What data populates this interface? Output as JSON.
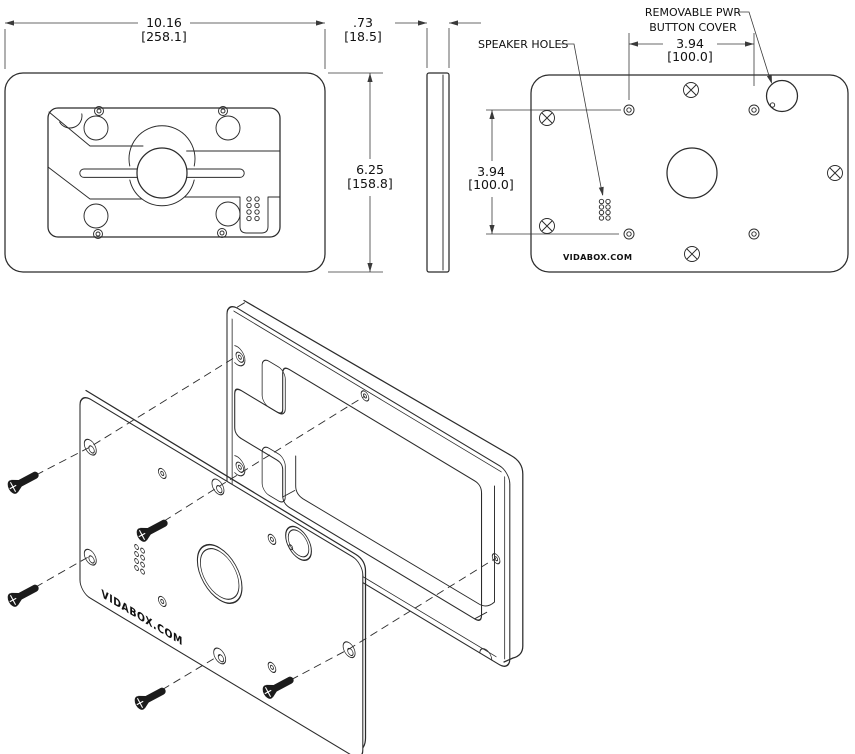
{
  "labels": {
    "speaker_holes": "SPEAKER HOLES",
    "pwr_line1": "REMOVABLE PWR",
    "pwr_line2": "BUTTON COVER",
    "brand": "VIDABOX.COM"
  },
  "dimensions": {
    "width_in": "10.16",
    "width_mm": "[258.1]",
    "depth_in": ".73",
    "depth_mm": "[18.5]",
    "height_in": "6.25",
    "height_mm": "[158.8]",
    "spacing_h_in": "3.94",
    "spacing_h_mm": "[100.0]",
    "spacing_v_in": "3.94",
    "spacing_v_mm": "[100.0]"
  },
  "colors": {
    "line": "#2b2b2b",
    "dim": "#3a3a3a",
    "text": "#111111",
    "screw": "#1b1b1b",
    "background": "#ffffff"
  }
}
